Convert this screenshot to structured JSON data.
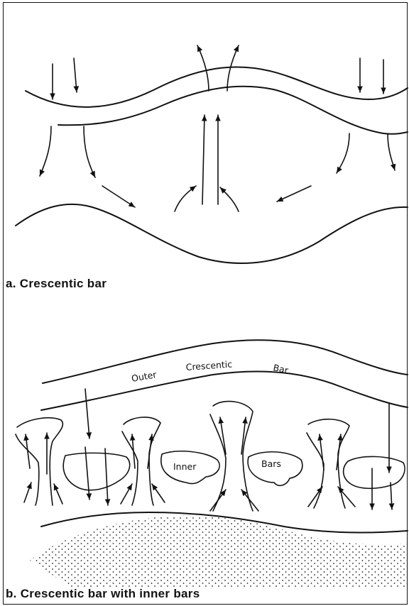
{
  "panels": {
    "a": {
      "caption": "a.  Crescentic bar"
    },
    "b": {
      "caption": "b.  Crescentic bar with inner bars",
      "outer_bar_words": [
        "Outer",
        "Crescentic",
        "Bar"
      ],
      "inner_bar_words": [
        "Inner",
        "Bars"
      ]
    }
  },
  "colors": {
    "ink": "#111111",
    "background": "#ffffff"
  }
}
